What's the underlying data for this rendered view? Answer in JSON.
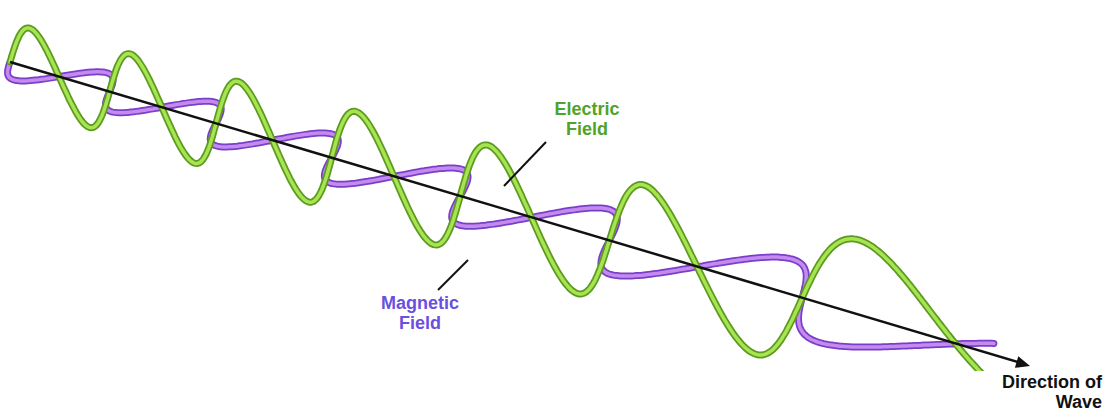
{
  "diagram": {
    "labels": [
      "Electric Field",
      "Magnetic Field",
      "Direction of Wave"
    ]
  }
}
